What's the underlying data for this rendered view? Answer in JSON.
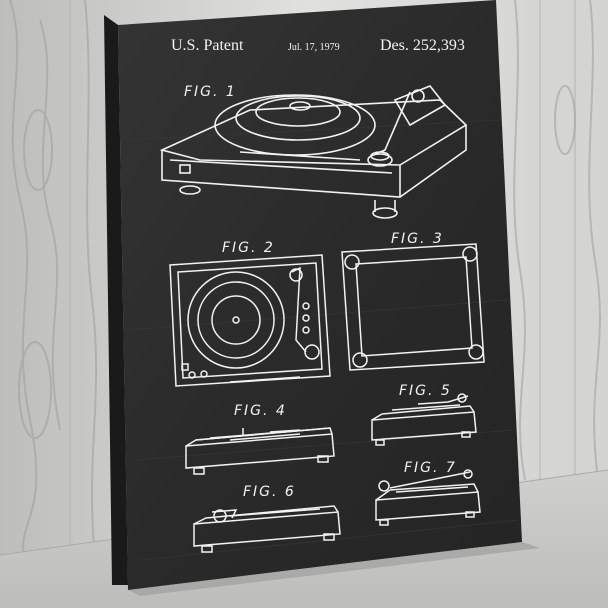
{
  "patent": {
    "office": "U.S. Patent",
    "date": "Jul. 17, 1979",
    "number": "Des. 252,393"
  },
  "figures": [
    {
      "label": "FIG. 1"
    },
    {
      "label": "FIG. 2"
    },
    {
      "label": "FIG. 3"
    },
    {
      "label": "FIG. 4"
    },
    {
      "label": "FIG. 5"
    },
    {
      "label": "FIG. 6"
    },
    {
      "label": "FIG. 7"
    }
  ],
  "colors": {
    "wall": "#d9d9d7",
    "canvas": "#2b2b2b",
    "canvas_edge": "#1a1a1a",
    "drawing_line": "#f2f2f2",
    "floor": "#cfcfcd"
  }
}
